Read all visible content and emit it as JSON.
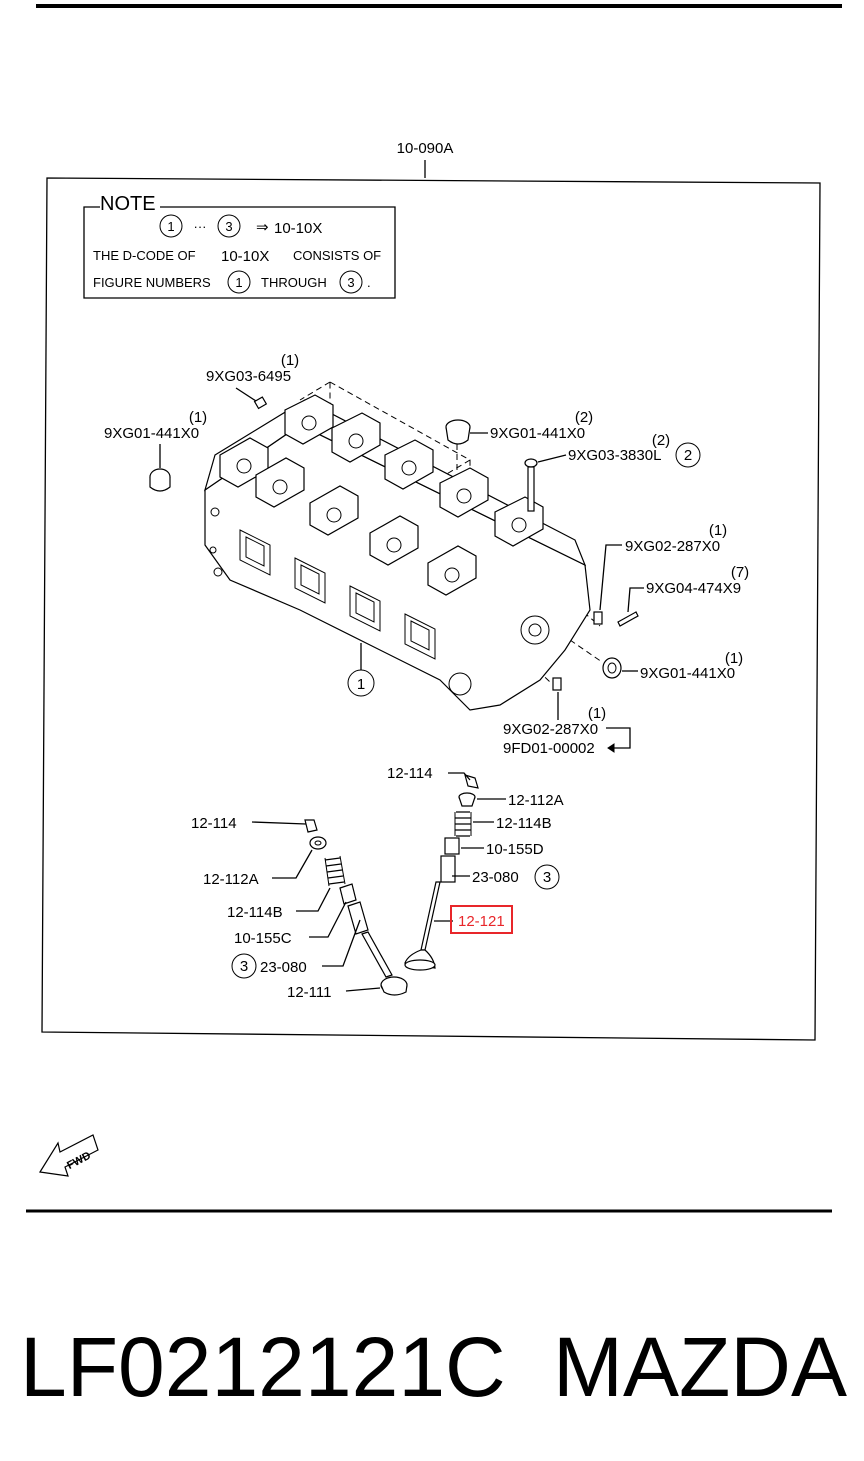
{
  "diagram": {
    "group_label": "10-090A",
    "note": {
      "heading": "NOTE",
      "fig_start": "1",
      "range_dots": "···",
      "fig_end": "3",
      "arrow": "⇒",
      "dcode": "10-10X",
      "line2_pre": "THE D-CODE OF",
      "line2_code": "10-10X",
      "line2_post": "CONSISTS OF",
      "line3_pre": "FIGURE NUMBERS",
      "line3_mid": "THROUGH",
      "line3_end": "."
    },
    "labels": {
      "p9xg03_6495": "9XG03-6495",
      "p9xg03_6495_qty": "(1)",
      "p9xg01_441x0_left": "9XG01-441X0",
      "p9xg01_441x0_left_qty": "(1)",
      "p9xg01_441x0_top": "9XG01-441X0",
      "p9xg01_441x0_top_qty": "(2)",
      "p9xg03_3830l": "9XG03-3830L",
      "p9xg03_3830l_qty": "(2)",
      "p9xg03_3830l_fig": "2",
      "p9xg02_287x0_right": "9XG02-287X0",
      "p9xg02_287x0_right_qty": "(1)",
      "p9xg04_474x9": "9XG04-474X9",
      "p9xg04_474x9_qty": "(7)",
      "p9xg01_441x0_right": "9XG01-441X0",
      "p9xg01_441x0_right_qty": "(1)",
      "p9xg02_287x0_bottom": "9XG02-287X0",
      "p9xg02_287x0_bottom_qty": "(1)",
      "p9fd01_00002": "9FD01-00002",
      "head_fig": "1",
      "r12_114": "12-114",
      "r12_112a": "12-112A",
      "r12_114b": "12-114B",
      "r10_155d": "10-155D",
      "r23_080": "23-080",
      "r23_080_fig": "3",
      "r12_121": "12-121",
      "l12_114": "12-114",
      "l12_112a": "12-112A",
      "l12_114b": "12-114B",
      "l10_155c": "10-155C",
      "l23_080": "23-080",
      "l23_080_fig": "3",
      "l12_111": "12-111"
    },
    "fwd_label": "FWD",
    "highlight_color": "#e8262a"
  },
  "footer": {
    "part_number": "LF0212121C",
    "brand": "MAZDA"
  }
}
